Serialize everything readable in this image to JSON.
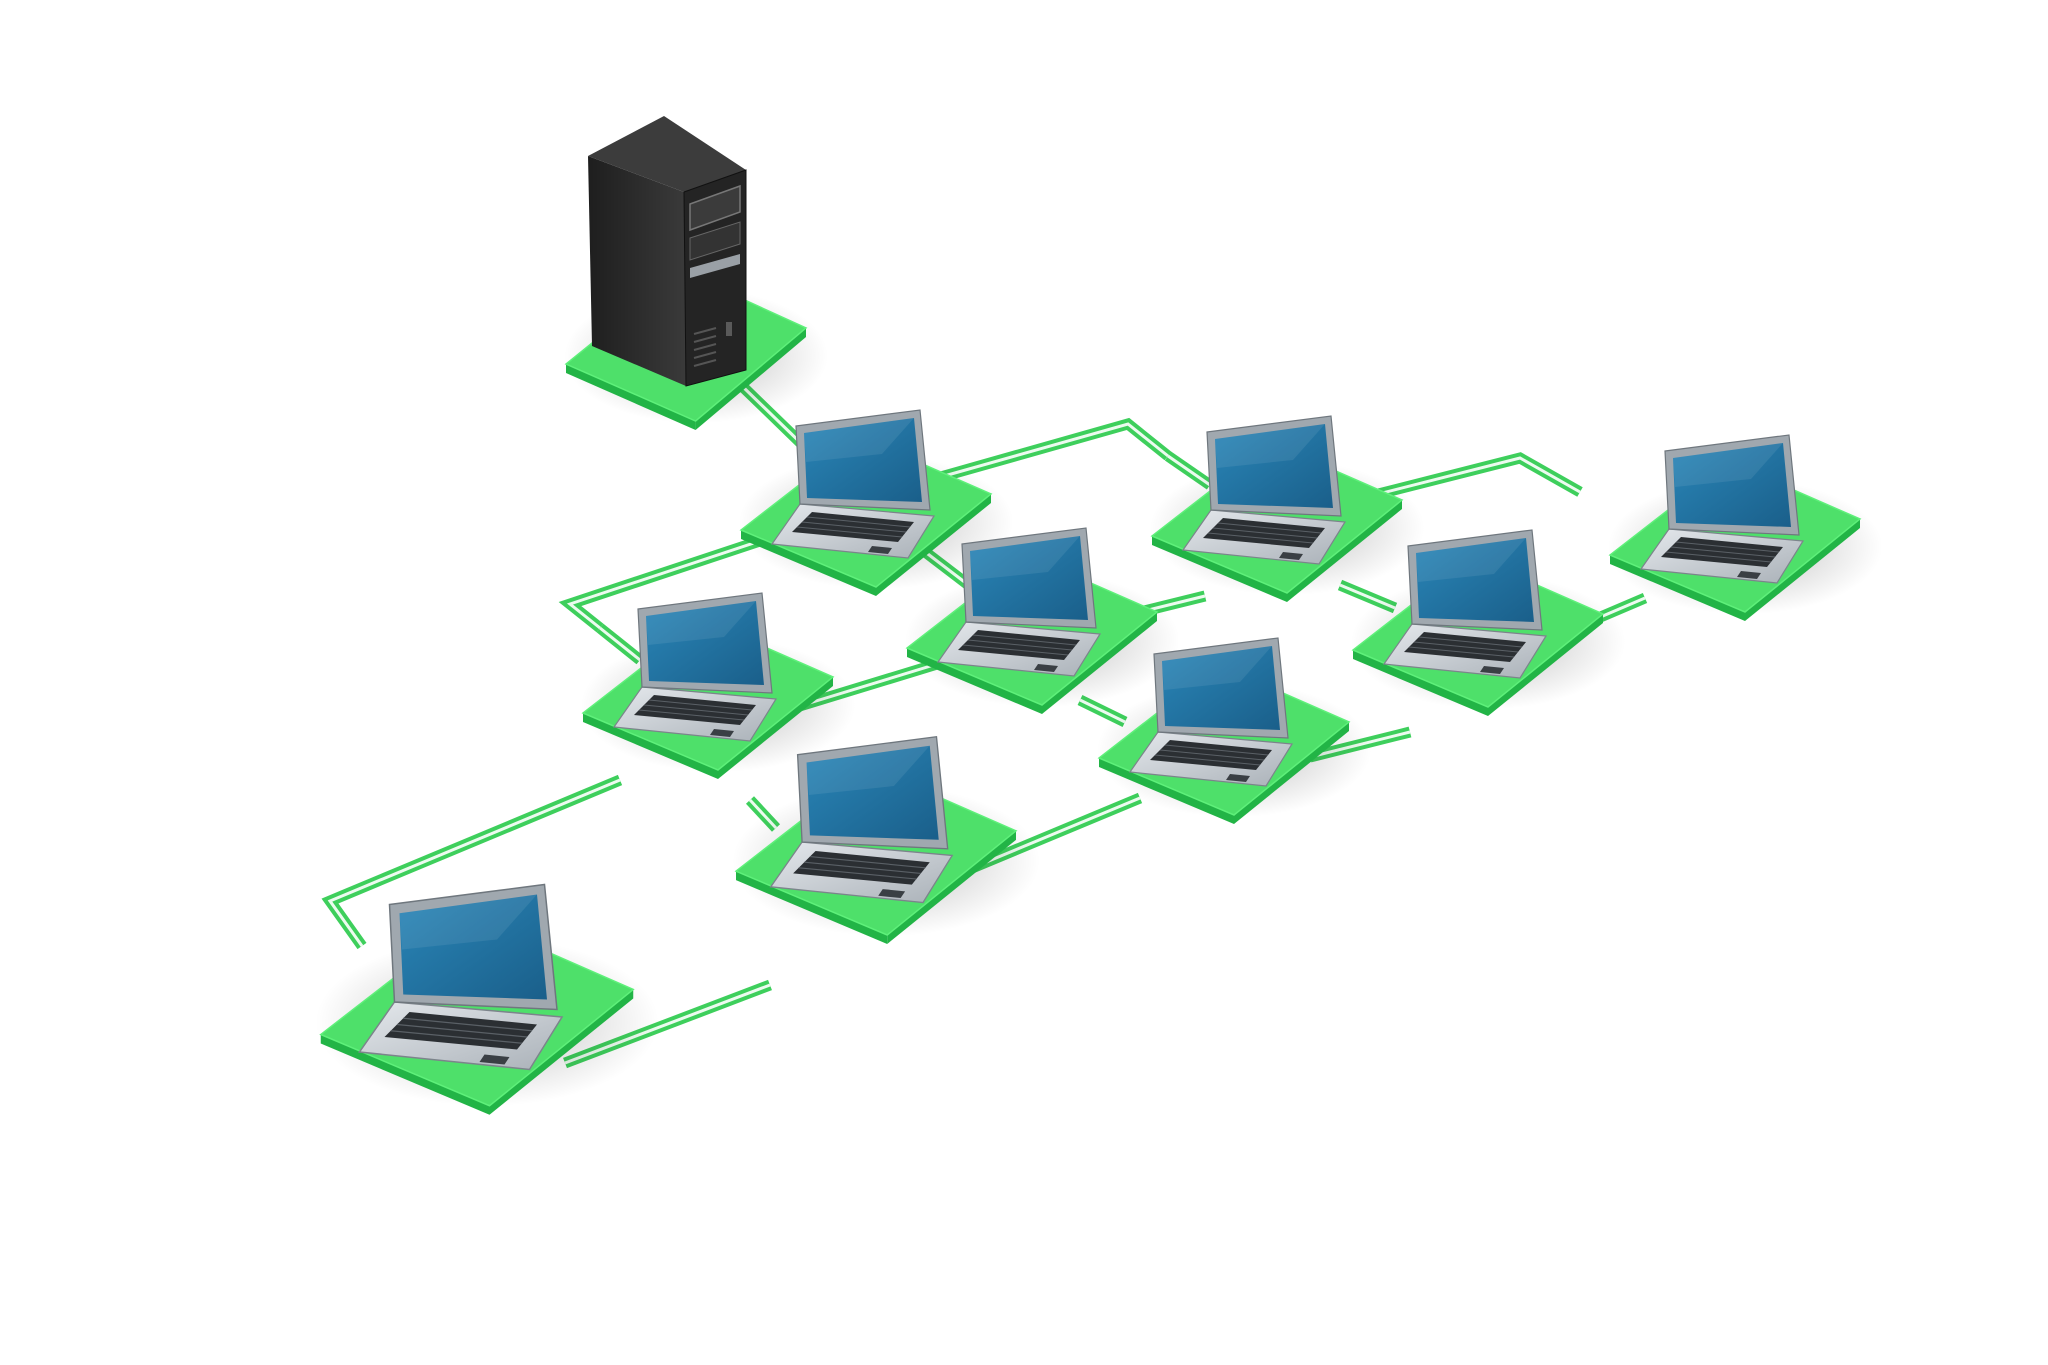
{
  "scene": {
    "background": "#ffffff",
    "pad_color": "#4ee06a",
    "pad_edge_color": "#22b446",
    "cable_color": "#3ecf5c",
    "screen_color": "#1f6f9e",
    "laptop_body_color": "#c9ced3",
    "server_color": "#2a2a2a"
  },
  "nodes": [
    {
      "name": "server",
      "icon": "server-tower-icon"
    },
    {
      "name": "laptop-1",
      "icon": "laptop-icon"
    },
    {
      "name": "laptop-2",
      "icon": "laptop-icon"
    },
    {
      "name": "laptop-3",
      "icon": "laptop-icon"
    },
    {
      "name": "laptop-4",
      "icon": "laptop-icon"
    },
    {
      "name": "laptop-5",
      "icon": "laptop-icon"
    },
    {
      "name": "laptop-6",
      "icon": "laptop-icon"
    },
    {
      "name": "laptop-7",
      "icon": "laptop-icon"
    },
    {
      "name": "laptop-8",
      "icon": "laptop-icon"
    },
    {
      "name": "laptop-9",
      "icon": "laptop-icon"
    }
  ]
}
